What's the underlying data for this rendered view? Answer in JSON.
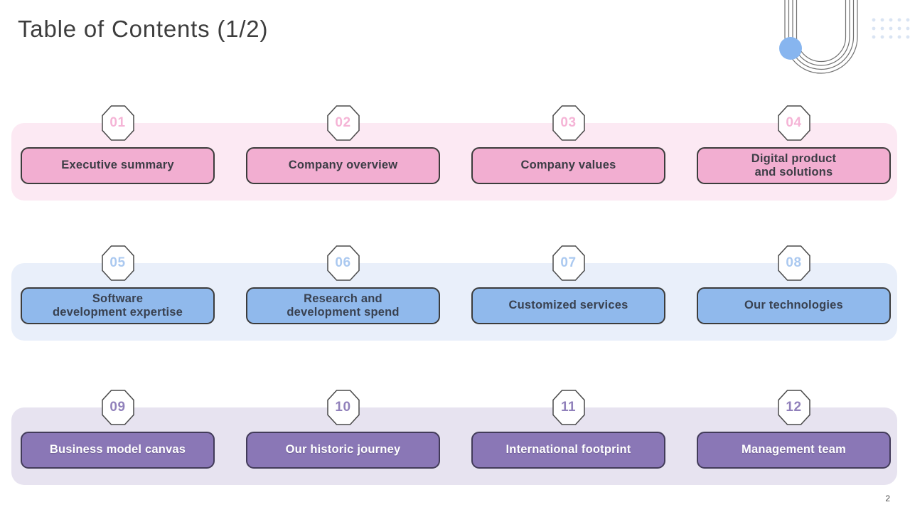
{
  "header": {
    "title": "Table of Contents (1/2)"
  },
  "footer": {
    "page_number": "2"
  },
  "decor": {
    "u_lines_color": "#707070",
    "circle_color": "#87b5ef",
    "dots_color": "#d9e4f3"
  },
  "toc": {
    "rows": [
      {
        "theme": "pink",
        "band_color": "#fce9f3",
        "button_color": "#f2aed1",
        "number_color": "#f5b4d6",
        "text_color": "#3d3d46",
        "items": [
          {
            "number": "01",
            "label": "Executive summary"
          },
          {
            "number": "02",
            "label": "Company overview"
          },
          {
            "number": "03",
            "label": "Company values"
          },
          {
            "number": "04",
            "label": "Digital product\nand solutions"
          }
        ]
      },
      {
        "theme": "blue",
        "band_color": "#e9effa",
        "button_color": "#90b9ec",
        "number_color": "#abc9f0",
        "text_color": "#394150",
        "items": [
          {
            "number": "05",
            "label": "Software\ndevelopment expertise"
          },
          {
            "number": "06",
            "label": "Research and\ndevelopment spend"
          },
          {
            "number": "07",
            "label": "Customized services"
          },
          {
            "number": "08",
            "label": "Our technologies"
          }
        ]
      },
      {
        "theme": "purple",
        "band_color": "#e7e3f0",
        "button_color": "#8a77b6",
        "number_color": "#9181bb",
        "text_color": "#ffffff",
        "items": [
          {
            "number": "09",
            "label": "Business model canvas"
          },
          {
            "number": "10",
            "label": "Our historic journey"
          },
          {
            "number": "11",
            "label": "International footprint"
          },
          {
            "number": "12",
            "label": "Management team"
          }
        ]
      }
    ]
  }
}
